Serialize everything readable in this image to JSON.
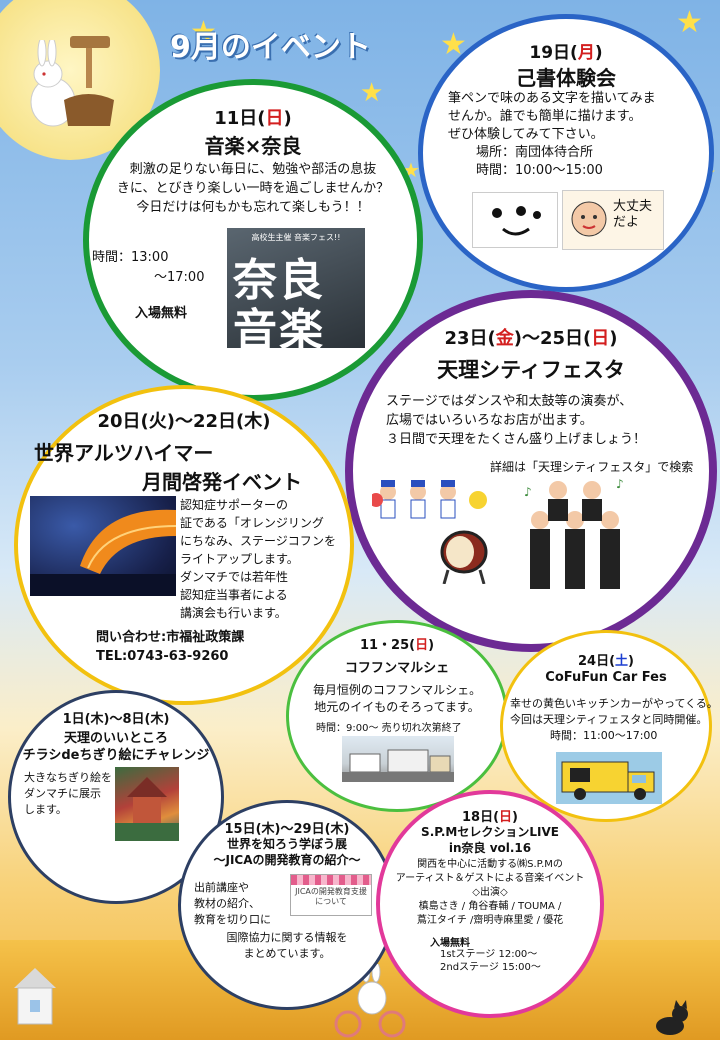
{
  "title": "9月のイベント",
  "colors": {
    "green": "#1a9a35",
    "blue": "#2a64c6",
    "purple": "#6c2a93",
    "yellow": "#f2c10f",
    "navy": "#2d3f63",
    "pink": "#e2399a",
    "sunday": "#d31f1f",
    "saturday": "#1d3fd1"
  },
  "events": {
    "music_nara": {
      "date_pre": "11日(",
      "date_day": "日",
      "date_post": ")",
      "title": "音楽×奈良",
      "desc": [
        "刺激の足りない毎日に、勉強や部活の息抜",
        "きに、とびきり楽しい一時を過ごしませんか？",
        "今日だけは何もかも忘れて楽しもう！！"
      ],
      "time_line1": "時間：13:00",
      "time_line2": "～17:00",
      "admission": "入場無料",
      "poster_caption": "高校生主催 音楽フェス!!",
      "poster_line1": "奈良",
      "poster_line2": "音楽"
    },
    "calligraphy": {
      "date_pre": "19日(",
      "date_day": "月",
      "date_post": ")",
      "title": "己書体験会",
      "desc": [
        "筆ペンで味のある文字を描いてみま",
        "せんか。誰でも簡単に描けます。",
        "ぜひ体験してみて下さい。"
      ],
      "place": "場所：南団体待合所",
      "time": "時間：10:00～15:00",
      "sample_text": "大丈夫だよ"
    },
    "tenri_festa": {
      "date_a": "23日(",
      "day_a": "金",
      "date_b": ")～25日(",
      "day_b": "日",
      "date_c": ")",
      "title": "天理シティフェスタ",
      "desc": [
        "ステージではダンスや和太鼓等の演奏が、",
        "広場ではいろいろなお店が出ます。",
        "３日間で天理をたくさん盛り上げましょう！"
      ],
      "detail": "詳細は「天理シティフェスタ」で検索"
    },
    "alzheimer": {
      "date": "20日(火)～22日(木)",
      "title_line1": "世界アルツハイマー",
      "title_line2": "月間啓発イベント",
      "desc": [
        "認知症サポーターの",
        "証である「オレンジリング",
        "にちなみ、ステージコフンを",
        "ライトアップします。",
        "ダンマチでは若年性",
        "認知症当事者による",
        "講演会も行います。"
      ],
      "contact": "問い合わせ:市福祉政策課",
      "tel": "TEL:0743-63-9260"
    },
    "marche": {
      "date_pre": "11・25(",
      "date_day": "日",
      "date_post": ")",
      "title": "コフフンマルシェ",
      "desc": [
        "毎月恒例のコフフンマルシェ。",
        "地元のイイものそろってます。"
      ],
      "time": "時間：9:00～ 売り切れ次第終了"
    },
    "car_fes": {
      "date_pre": "24日(",
      "date_day": "土",
      "date_post": ")",
      "title": "CoFuFun Car Fes",
      "desc": [
        "幸せの黄色いキッチンカーがやってくる。",
        "今回は天理シティフェスタと同時開催。"
      ],
      "time": "時間：11:00～17:00"
    },
    "chigiri": {
      "date": "1日(木)～8日(木)",
      "title_line1": "天理のいいところ",
      "title_line2": "チラシdeちぎり絵にチャレンジ",
      "desc": [
        "大きなちぎり絵を",
        "ダンマチに展示",
        "します。"
      ]
    },
    "jica": {
      "date": "15日(木)～29日(木)",
      "title_line1": "世界を知ろう学ぼう展",
      "title_line2": "～JICAの開発教育の紹介～",
      "desc": [
        "出前講座や",
        "教材の紹介、",
        "教育を切り口に"
      ],
      "pamphlet_text": "JICAの開発教育支援について",
      "note_line1": "国際協力に関する情報を",
      "note_line2": "まとめています。"
    },
    "spm": {
      "date_pre": "18日(",
      "date_day": "日",
      "date_post": ")",
      "title_line1": "S.P.MセレクションLIVE",
      "title_line2": "in奈良 vol.16",
      "desc": [
        "関西を中心に活動する㈱S.P.Mの",
        "アーティスト＆ゲストによる音楽イベント",
        "◇出演◇",
        "槙島さき / 角谷春輔 / TOUMA /",
        "蔦江タイチ /齋明寺麻里愛 / 優花"
      ],
      "admission": "入場無料",
      "stage1": "1stステージ 12:00～",
      "stage2": "2ndステージ 15:00～"
    }
  }
}
